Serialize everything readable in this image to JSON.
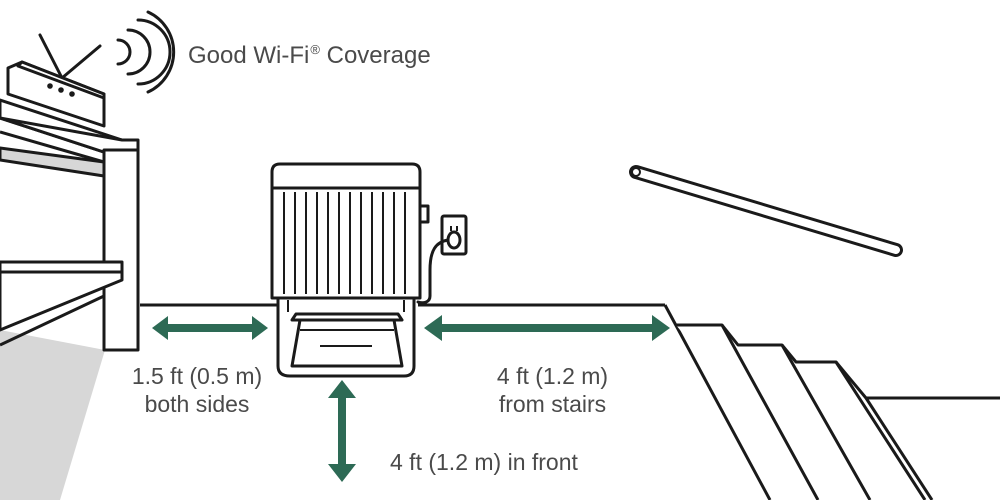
{
  "labels": {
    "wifi": "Good Wi-Fi",
    "wifi_mark": "®",
    "wifi_suffix": " Coverage",
    "sides_line1": "1.5 ft (0.5 m)",
    "sides_line2": "both sides",
    "stairs_line1": "4 ft (1.2 m)",
    "stairs_line2": "from stairs",
    "front": "4 ft (1.2 m) in front"
  },
  "colors": {
    "arrow": "#2d6a55",
    "outline": "#1a1a1a",
    "text": "#4a4a4a",
    "shadow": "#d7d7d7"
  },
  "icons": [
    "router-icon",
    "wifi-signal-icon",
    "power-outlet-icon"
  ]
}
